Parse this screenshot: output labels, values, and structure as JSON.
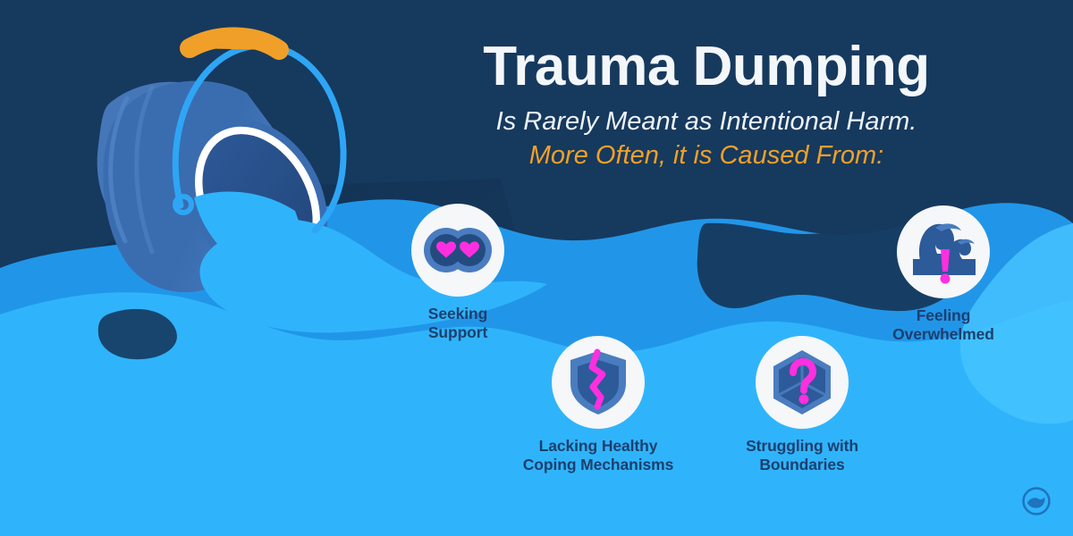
{
  "header": {
    "title": "Trauma Dumping",
    "subtitle_line1": "Is Rarely Meant as Intentional Harm.",
    "subtitle_line2": "More Often, it is Caused From:"
  },
  "illustration": {
    "name": "tipped-over-bucket-spilling-water",
    "bucket_handle_grip_color": "#f0a028",
    "bucket_handle_wire_color": "#2ea6f5",
    "bucket_body_color": "#3a6cb0",
    "bucket_rim_color": "#ffffff",
    "water_color": "#2fb4fb"
  },
  "features": [
    {
      "id": "seeking-support",
      "icon": "two-hearts-binoculars-icon",
      "label": "Seeking\nSupport",
      "accent_color": "#ff2fe0"
    },
    {
      "id": "lacking-coping",
      "icon": "cracked-shield-icon",
      "label": "Lacking Healthy\nCoping Mechanisms",
      "accent_color": "#ff2fe0"
    },
    {
      "id": "boundaries",
      "icon": "hexagon-question-mark-icon",
      "label": "Struggling with\nBoundaries",
      "accent_color": "#ff2fe0"
    },
    {
      "id": "overwhelmed",
      "icon": "crashing-waves-exclamation-icon",
      "label": "Feeling\nOverwhelmed",
      "accent_color": "#ff2fe0"
    }
  ],
  "brand": {
    "logo": "wave-in-circle-logo"
  },
  "palette": {
    "background_navy": "#16395e",
    "water_mid_blue": "#2196e8",
    "water_bright_blue": "#2fb4fb",
    "water_light_blue": "#45c3ff",
    "badge_white": "#f5f7f9",
    "label_navy": "#1d3f6e",
    "accent_orange": "#f0a028",
    "accent_magenta": "#ff2fe0",
    "title_white": "#f4f7fa"
  }
}
